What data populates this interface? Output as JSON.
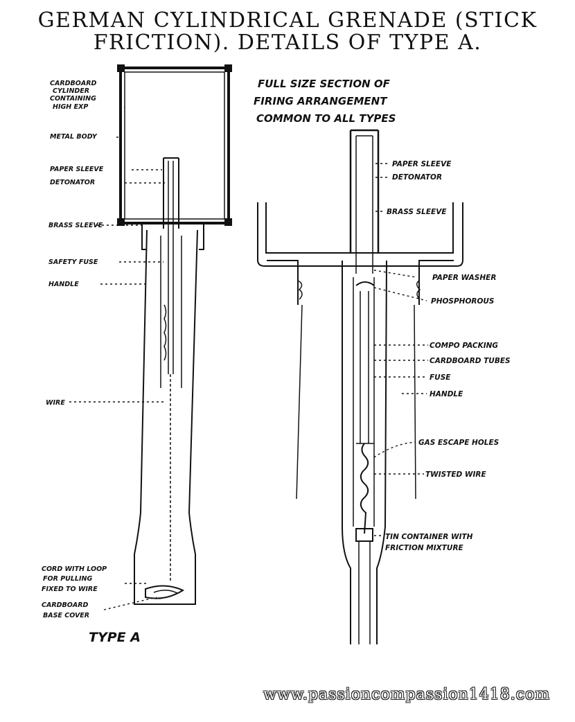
{
  "title": {
    "line1": "GERMAN CYLINDRICAL GRENADE (STICK",
    "line2": "FRICTION).  DETAILS OF TYPE A."
  },
  "left": {
    "labels": {
      "cardboard": "CARDBOARD",
      "cylinder": "CYLINDER",
      "containing": "CONTAINING",
      "high_exp": "HIGH EXP",
      "metal_body": "METAL BODY",
      "paper_sleeve": "PAPER SLEEVE",
      "detonator": "DETONATOR",
      "brass_sleeve": "BRASS SLEEVE",
      "safety_fuse": "SAFETY FUSE",
      "handle": "HANDLE",
      "wire": "WIRE",
      "cord_loop": "CORD WITH LOOP",
      "for_pulling": "FOR PULLING",
      "fixed_wire": "FIXED TO WIRE",
      "cardboard2": "CARDBOARD",
      "base_cover": "BASE COVER"
    },
    "caption": "TYPE A"
  },
  "right": {
    "heading": [
      "FULL SIZE SECTION OF",
      "FIRING ARRANGEMENT",
      "COMMON TO ALL TYPES"
    ],
    "labels": {
      "paper_sleeve": "PAPER SLEEVE",
      "detonator": "DETONATOR",
      "brass_sleeve": "BRASS SLEEVE",
      "paper_washer": "PAPER WASHER",
      "phosphorous": "PHOSPHOROUS",
      "compo_packing": "COMPO PACKING",
      "cardboard_tubes": "CARDBOARD TUBES",
      "fuse": "FUSE",
      "handle": "HANDLE",
      "gas_holes": "GAS ESCAPE HOLES",
      "twisted_wire": "TWISTED WIRE",
      "tin_container": "TIN CONTAINER WITH",
      "friction_mixture": "FRICTION MIXTURE"
    }
  },
  "watermark": "www.passioncompassion1418.com"
}
